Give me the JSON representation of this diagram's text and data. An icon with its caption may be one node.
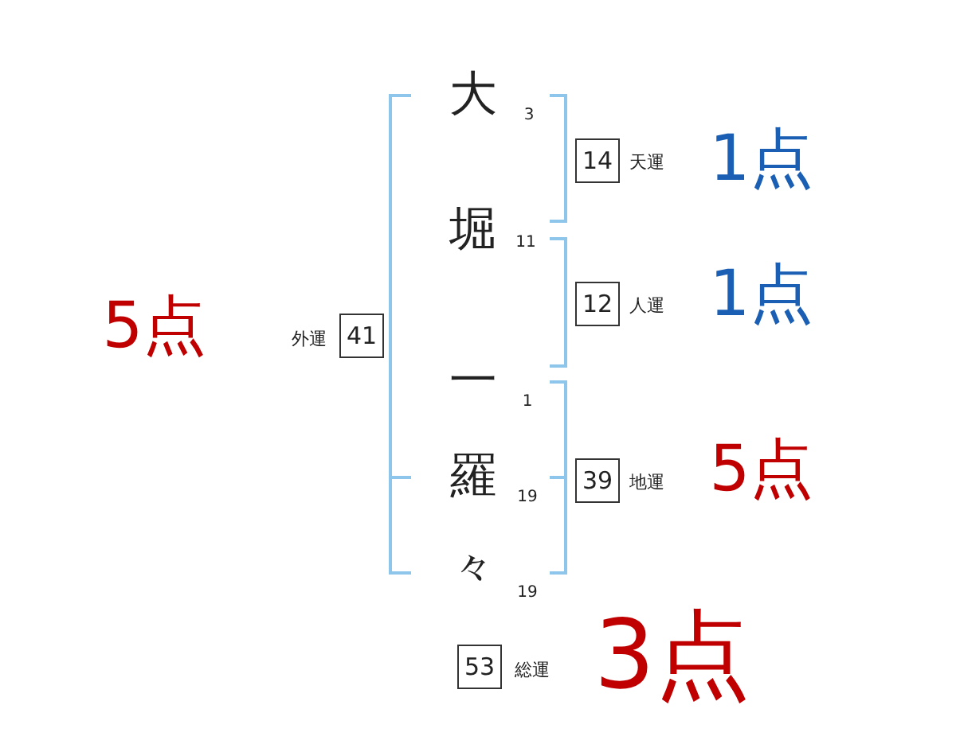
{
  "diagram": {
    "nodes": [
      {
        "text": [
          "14"
        ],
        "beside": [
          "天運"
        ]
      },
      {
        "text": [
          "12"
        ],
        "beside": [
          "人運"
        ]
      },
      {
        "text": [
          "41"
        ],
        "beside": [
          "外運"
        ]
      },
      {
        "text": [
          "39"
        ],
        "beside": [
          "地運"
        ]
      },
      {
        "text": [
          "53"
        ],
        "beside": [
          "総運"
        ]
      }
    ],
    "labels": [
      "大",
      "3",
      "1点",
      "堀",
      "11",
      "1点",
      "5点",
      "一",
      "1",
      "羅",
      "19",
      "5点",
      "々",
      "19",
      "3点"
    ]
  }
}
